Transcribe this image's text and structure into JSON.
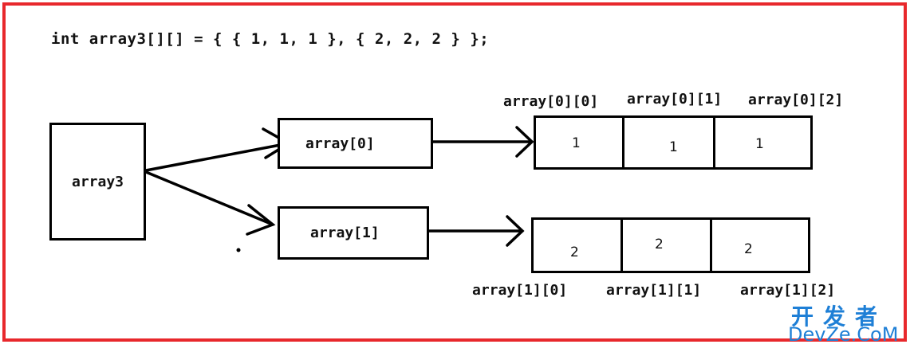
{
  "code_line": "int array3[][] = { { 1, 1, 1 }, { 2, 2, 2 } };",
  "root_box": {
    "label": "array3"
  },
  "row_refs": [
    {
      "label": "array[0]"
    },
    {
      "label": "array[1]"
    }
  ],
  "rows": [
    {
      "values": [
        "1",
        "1",
        "1"
      ],
      "labels": [
        "array[0][0]",
        "array[0][1]",
        "array[0][2]"
      ]
    },
    {
      "values": [
        "2",
        "2",
        "2"
      ],
      "labels": [
        "array[1][0]",
        "array[1][1]",
        "array[1][2]"
      ]
    }
  ],
  "watermark": {
    "line1": "开发者",
    "line2": "DevZe.CoM"
  },
  "colors": {
    "frame": "#e8282c",
    "watermark": "#1e7fd6",
    "ink": "#000000"
  }
}
